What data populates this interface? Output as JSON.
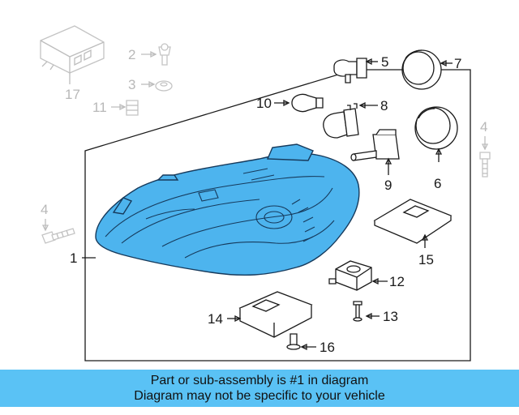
{
  "callouts": {
    "c1": "1",
    "c2": "2",
    "c3": "3",
    "c4a": "4",
    "c4b": "4",
    "c5": "5",
    "c6": "6",
    "c7": "7",
    "c8": "8",
    "c9": "9",
    "c10": "10",
    "c11": "11",
    "c12": "12",
    "c13": "13",
    "c14": "14",
    "c15": "15",
    "c16": "16",
    "c17": "17"
  },
  "banner": {
    "line1": "Part or sub-assembly is #1 in diagram",
    "line2": "Diagram may not be specific to your vehicle"
  },
  "colors": {
    "highlight_fill": "#4db4ee",
    "banner_background": "#5ac2f5"
  }
}
